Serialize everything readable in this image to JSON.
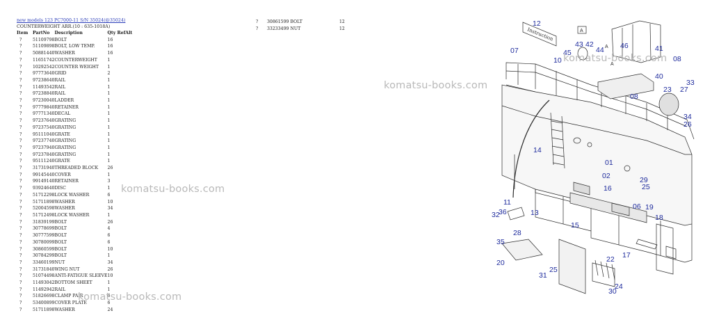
{
  "breadcrumb": "new models 123 PC7000-11 S/N 35024(@35024)",
  "subtitle": "COUNTERWEIGHT ARR.(10 : 635-1018A)",
  "columns": [
    "Item",
    "PartNo",
    "Description",
    "Qty",
    "Ref",
    "Alt"
  ],
  "rows": [
    {
      "item": "?",
      "part": "51109798",
      "desc": "BOLT",
      "qty": "16"
    },
    {
      "item": "?",
      "part": "51109898",
      "desc": "BOLT, LOW TEMP.",
      "qty": "16"
    },
    {
      "item": "?",
      "part": "50881440",
      "desc": "WASHER",
      "qty": "16"
    },
    {
      "item": "?",
      "part": "11651742",
      "desc": "COUNTERWEIGHT",
      "qty": "1"
    },
    {
      "item": "?",
      "part": "10292542",
      "desc": "COUNTER WEIGHT",
      "qty": "1"
    },
    {
      "item": "?",
      "part": "97773640",
      "desc": "GRID",
      "qty": "2"
    },
    {
      "item": "?",
      "part": "97238640",
      "desc": "RAIL",
      "qty": "1"
    },
    {
      "item": "?",
      "part": "11493542",
      "desc": "RAIL",
      "qty": "1"
    },
    {
      "item": "?",
      "part": "97238840",
      "desc": "RAIL",
      "qty": "1"
    },
    {
      "item": "?",
      "part": "97230040",
      "desc": "LADDER",
      "qty": "1"
    },
    {
      "item": "?",
      "part": "97779840",
      "desc": "RETAINER",
      "qty": "1"
    },
    {
      "item": "?",
      "part": "97771340",
      "desc": "DECAL",
      "qty": "1"
    },
    {
      "item": "?",
      "part": "97237640",
      "desc": "GRATING",
      "qty": "1"
    },
    {
      "item": "?",
      "part": "97237540",
      "desc": "GRATING",
      "qty": "1"
    },
    {
      "item": "?",
      "part": "95111040",
      "desc": "GRATE",
      "qty": "1"
    },
    {
      "item": "?",
      "part": "97237740",
      "desc": "GRATING",
      "qty": "1"
    },
    {
      "item": "?",
      "part": "97237940",
      "desc": "GRATING",
      "qty": "1"
    },
    {
      "item": "?",
      "part": "97237840",
      "desc": "GRATING",
      "qty": "1"
    },
    {
      "item": "?",
      "part": "95111240",
      "desc": "GRATE",
      "qty": "1"
    },
    {
      "item": "?",
      "part": "31731940",
      "desc": "THREADED BLOCK",
      "qty": "26"
    },
    {
      "item": "?",
      "part": "99145440",
      "desc": "COVER",
      "qty": "1"
    },
    {
      "item": "?",
      "part": "99149140",
      "desc": "RETAINER",
      "qty": "3"
    },
    {
      "item": "?",
      "part": "93924640",
      "desc": "DISC",
      "qty": "1"
    },
    {
      "item": "?",
      "part": "51712298",
      "desc": "LOCK WASHER",
      "qty": "6"
    },
    {
      "item": "?",
      "part": "51711898",
      "desc": "WASHER",
      "qty": "10"
    },
    {
      "item": "?",
      "part": "52004598",
      "desc": "WASHER",
      "qty": "34"
    },
    {
      "item": "?",
      "part": "51712498",
      "desc": "LOCK WASHER",
      "qty": "1"
    },
    {
      "item": "?",
      "part": "31839199",
      "desc": "BOLT",
      "qty": "26"
    },
    {
      "item": "?",
      "part": "30778699",
      "desc": "BOLT",
      "qty": "4"
    },
    {
      "item": "?",
      "part": "30777599",
      "desc": "BOLT",
      "qty": "6"
    },
    {
      "item": "?",
      "part": "30780099",
      "desc": "BOLT",
      "qty": "6"
    },
    {
      "item": "?",
      "part": "30860599",
      "desc": "BOLT",
      "qty": "10"
    },
    {
      "item": "?",
      "part": "30784299",
      "desc": "BOLT",
      "qty": "1"
    },
    {
      "item": "?",
      "part": "33460199",
      "desc": "NUT",
      "qty": "34"
    },
    {
      "item": "?",
      "part": "31731840",
      "desc": "WING NUT",
      "qty": "26"
    },
    {
      "item": "?",
      "part": "51074498",
      "desc": "ANTI-FATIGUE SLEEVE",
      "qty": "10"
    },
    {
      "item": "?",
      "part": "11493042",
      "desc": "BOTTOM SHEET",
      "qty": "1"
    },
    {
      "item": "?",
      "part": "11492942",
      "desc": "RAIL",
      "qty": "1"
    },
    {
      "item": "?",
      "part": "51826698",
      "desc": "CLAMP PAIR",
      "qty": "6"
    },
    {
      "item": "?",
      "part": "53400899",
      "desc": "COVER PLATE",
      "qty": "6"
    },
    {
      "item": "?",
      "part": "51711898",
      "desc": "WASHER",
      "qty": "24"
    }
  ],
  "extra_rows": [
    {
      "item": "?",
      "part": "30861599",
      "desc": "BOLT",
      "qty": "12"
    },
    {
      "item": "?",
      "part": "33233499",
      "desc": "NUT",
      "qty": "12"
    }
  ],
  "watermark": "komatsu-books.com",
  "diagram": {
    "decal_text": "Instruction",
    "view_label": "A",
    "callouts": [
      "12",
      "07",
      "43",
      "42",
      "45",
      "44",
      "46",
      "41",
      "08",
      "10",
      "40",
      "08",
      "23",
      "27",
      "33",
      "34",
      "26",
      "14",
      "01",
      "02",
      "29",
      "25",
      "16",
      "11",
      "36",
      "32",
      "13",
      "06",
      "19",
      "18",
      "15",
      "28",
      "35",
      "20",
      "22",
      "17",
      "31",
      "25",
      "24",
      "30",
      "A",
      "A",
      "A"
    ]
  },
  "colors": {
    "callout": "#1d2a9c",
    "link": "#2a3cb8",
    "watermark": "#b9b9b9"
  }
}
